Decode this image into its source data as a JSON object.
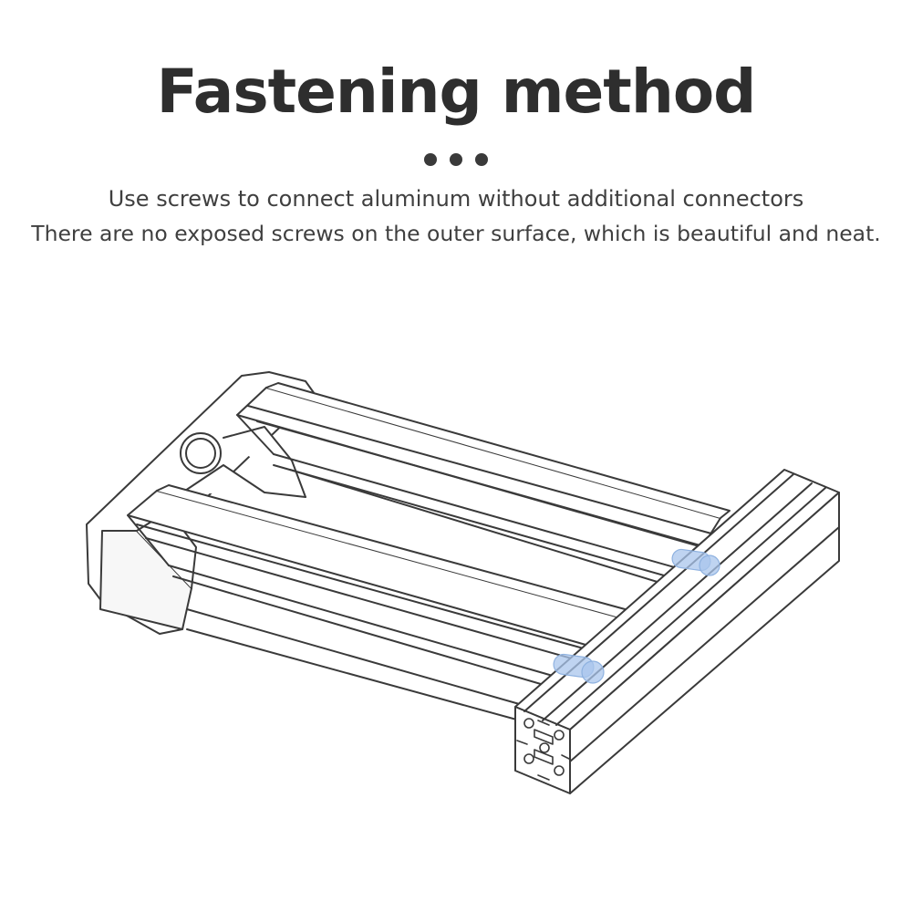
{
  "header": {
    "title": "Fastening method",
    "line1": "Use screws to connect aluminum without additional connectors",
    "line2": "There are no exposed screws on the outer surface, which is beautiful and neat."
  },
  "illustration": {
    "stroke_color": "#3a3a3a",
    "screw_color": "#a9c6ec"
  },
  "icons": [
    "dot-icon",
    "dot-icon",
    "dot-icon"
  ]
}
